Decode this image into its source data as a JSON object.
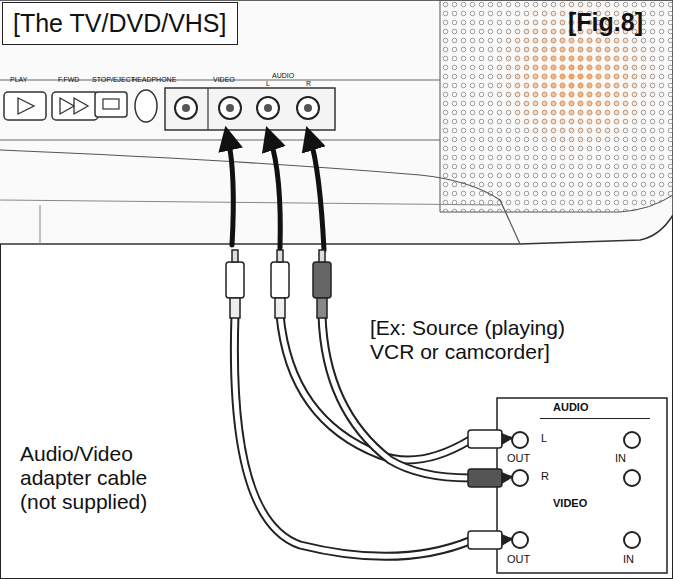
{
  "diagram": {
    "nodes": [
      {
        "text": [
          "[The TV/DVD/VHS]"
        ]
      },
      {
        "text": [
          "AUDIO",
          "L",
          "OUT",
          "IN",
          "R",
          "VIDEO",
          "OUT",
          "IN"
        ]
      }
    ],
    "labels": [
      "[Fig.8]",
      "PLAY",
      "F.FWD",
      "STOP/EJECT",
      "HEADPHONE",
      "VIDEO",
      "AUDIO",
      "L",
      "R",
      "[Ex: Source (playing) VCR or camcorder]",
      "Audio/Video adapter cable (not supplied)"
    ]
  }
}
